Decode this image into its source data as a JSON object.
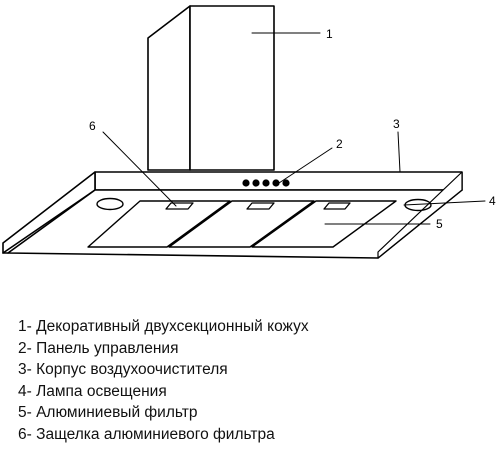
{
  "callouts": {
    "c1": "1",
    "c2": "2",
    "c3": "3",
    "c4": "4",
    "c5": "5",
    "c6": "6"
  },
  "legend": [
    "1- Декоративный двухсекционный кожух",
    "2- Панель управления",
    "3- Корпус воздухоочистителя",
    "4- Лампа освещения",
    "5- Алюминиевый фильтр",
    "6- Защелка алюминиевого фильтра"
  ],
  "colors": {
    "line": "#000000",
    "background": "#ffffff"
  }
}
